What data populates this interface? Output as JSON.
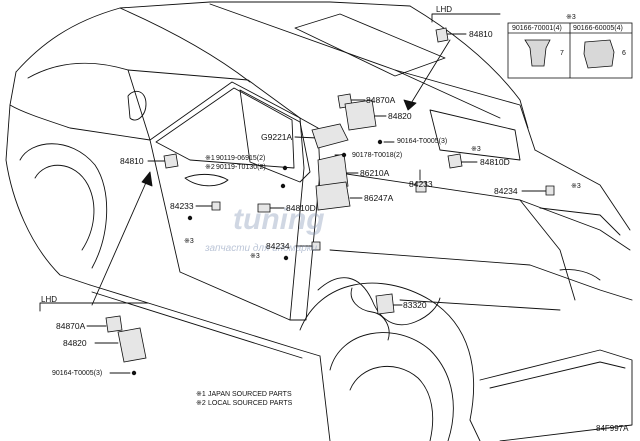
{
  "diagram": {
    "reference_code": "84F997A",
    "watermark": {
      "brand": "tuning",
      "tagline": "запчасти для иномарки"
    },
    "lhd_label": "LHD",
    "notes": [
      {
        "mark": "※1",
        "text": "JAPAN SOURCED PARTS"
      },
      {
        "mark": "※2",
        "text": "LOCAL SOURCED PARTS"
      }
    ],
    "legend_box": {
      "mark": "※3",
      "items": [
        {
          "part": "90166-70001(4)",
          "callout": "7"
        },
        {
          "part": "90166-60005(4)",
          "callout": "6"
        }
      ]
    },
    "parts": {
      "p84810_top": "84810",
      "p84870A_top": "84870A",
      "p84820_top": "84820",
      "pG9221A": "G9221A",
      "p84810_left": "84810",
      "p90119_06915": "90119-06915(2)",
      "p90119_T0130": "90119-T0130(2)",
      "p90178": "90178-T0018(2)",
      "p90164_right": "90164-T0005(3)",
      "p84810D_right": "84810D",
      "p86210A": "86210A",
      "p86247A": "86247A",
      "p84233_right": "84233",
      "p84234_right": "84234",
      "p84233_left": "84233",
      "p84810D_mid": "84810D",
      "p84234_mid": "84234",
      "p83320": "83320",
      "p84870A_inset": "84870A",
      "p84820_inset": "84820",
      "p90164_inset": "90164-T0005(3)"
    },
    "marks": {
      "m1": "※1",
      "m2": "※2",
      "m3_a": "※3",
      "m3_b": "※3",
      "m3_c": "※3",
      "m3_d": "※3"
    }
  }
}
